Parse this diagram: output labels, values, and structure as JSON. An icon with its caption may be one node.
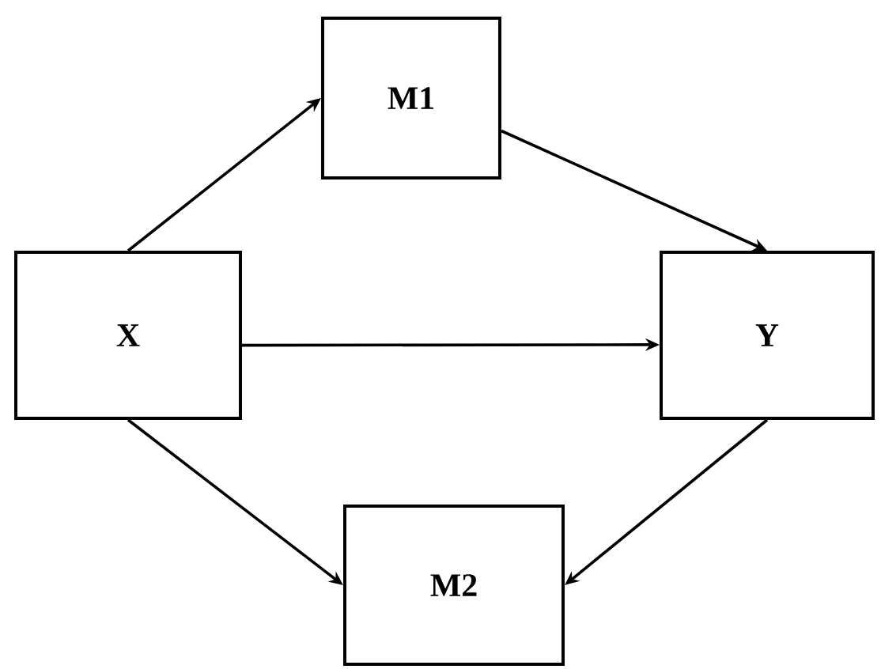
{
  "diagram": {
    "nodes": [
      {
        "text": [
          "X"
        ]
      },
      {
        "text": [
          "M1"
        ]
      },
      {
        "text": [
          "Y"
        ]
      },
      {
        "text": [
          "M2"
        ]
      }
    ],
    "edges": [
      {
        "from": 0,
        "to": 1,
        "arrow": "to"
      },
      {
        "from": 1,
        "to": 2,
        "arrow": "to"
      },
      {
        "from": 0,
        "to": 2,
        "arrow": "to"
      },
      {
        "from": 0,
        "to": 3,
        "arrow": "to"
      },
      {
        "from": 2,
        "to": 3,
        "arrow": "to"
      }
    ]
  }
}
